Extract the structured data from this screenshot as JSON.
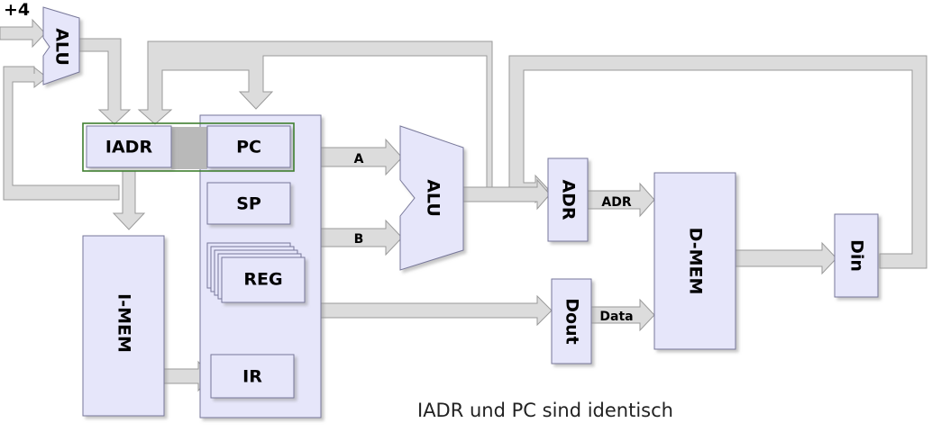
{
  "labels": {
    "plus4": "+4",
    "alu_small": "ALU",
    "iadr": "IADR",
    "pc": "PC",
    "sp": "SP",
    "reg": "REG",
    "ir": "IR",
    "imem": "I-MEM",
    "alu_main": "ALU",
    "bus_a": "A",
    "bus_b": "B",
    "adr": "ADR",
    "bus_adr": "ADR",
    "dout": "Dout",
    "bus_data": "Data",
    "dmem": "D-MEM",
    "din": "Din"
  },
  "caption": "IADR und PC sind identisch",
  "colors": {
    "block_fill": "#e6e6fa",
    "block_stroke": "#777799",
    "arrow_fill": "#dcdcdc",
    "arrow_stroke": "#9a9a9a",
    "highlight_stroke": "#3f7f2f",
    "overlap_fill": "#b9b9b9"
  }
}
